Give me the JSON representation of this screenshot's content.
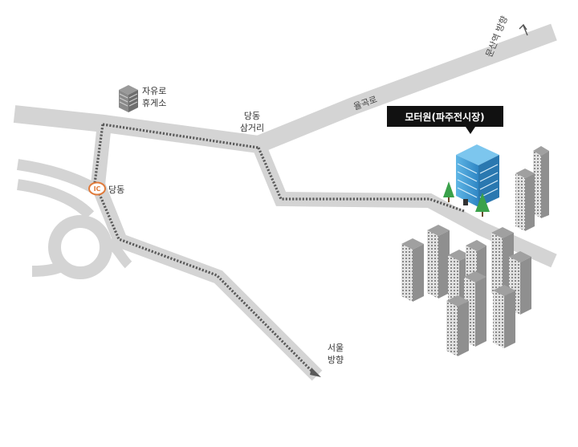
{
  "destination": {
    "label": "모터원(파주전시장)"
  },
  "places": {
    "rest_area": [
      "자유로",
      "휴게소"
    ],
    "intersection": [
      "당동",
      "삼거리"
    ],
    "ic": {
      "badge": "IC",
      "name": "당동"
    },
    "seoul_direction": [
      "서울",
      "방향"
    ],
    "munsan_direction": "문산역 방향",
    "road": "율곡로"
  },
  "colors": {
    "road": "#d4d4d4",
    "route_dots": "#5a5a5a",
    "callout_bg": "#111111",
    "ic_ring": "#e07a3a",
    "building_blue": "#4aa3d8",
    "tree": "#3aa14a"
  },
  "icons": [
    "rest-area-building-icon",
    "ic-badge-icon",
    "arrow-up-icon",
    "office-building-icon",
    "apartment-icon",
    "tree-icon"
  ]
}
